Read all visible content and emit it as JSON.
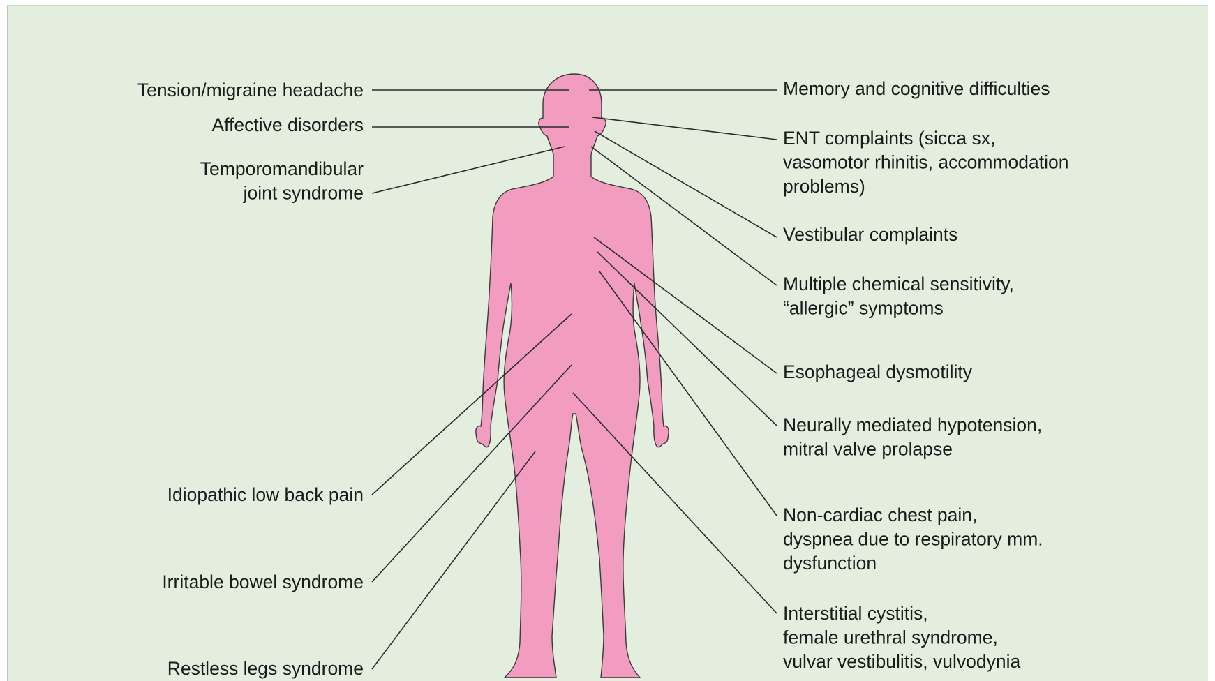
{
  "colors": {
    "background": "#e3eedf",
    "body_fill": "#f29cc0",
    "line": "#2b2b2b",
    "text": "#1b1b1b"
  },
  "left_labels": [
    {
      "id": "tension-migraine-headache",
      "lines": [
        "Tension/migraine headache"
      ]
    },
    {
      "id": "affective-disorders",
      "lines": [
        "Affective disorders"
      ]
    },
    {
      "id": "temporomandibular-joint-syndrome",
      "lines": [
        "Temporomandibular",
        "joint syndrome"
      ]
    },
    {
      "id": "idiopathic-low-back-pain",
      "lines": [
        "Idiopathic low back pain"
      ]
    },
    {
      "id": "irritable-bowel-syndrome",
      "lines": [
        "Irritable bowel syndrome"
      ]
    },
    {
      "id": "restless-legs-syndrome",
      "lines": [
        "Restless legs syndrome"
      ]
    }
  ],
  "right_labels": [
    {
      "id": "memory-cognitive-difficulties",
      "lines": [
        "Memory and cognitive difficulties"
      ]
    },
    {
      "id": "ent-complaints",
      "lines": [
        "ENT complaints (sicca sx,",
        "vasomotor rhinitis, accommodation",
        "problems)"
      ]
    },
    {
      "id": "vestibular-complaints",
      "lines": [
        "Vestibular complaints"
      ]
    },
    {
      "id": "multiple-chemical-sensitivity",
      "lines": [
        "Multiple chemical sensitivity,",
        "“allergic” symptoms"
      ]
    },
    {
      "id": "esophageal-dysmotility",
      "lines": [
        "Esophageal dysmotility"
      ]
    },
    {
      "id": "neurally-mediated-hypotension",
      "lines": [
        "Neurally mediated hypotension,",
        "mitral valve prolapse"
      ]
    },
    {
      "id": "non-cardiac-chest-pain",
      "lines": [
        "Non-cardiac chest pain,",
        "dyspnea due to respiratory mm.",
        "dysfunction"
      ]
    },
    {
      "id": "interstitial-cystitis",
      "lines": [
        "Interstitial cystitis,",
        "female urethral syndrome,",
        "vulvar vestibulitis, vulvodynia"
      ]
    }
  ]
}
